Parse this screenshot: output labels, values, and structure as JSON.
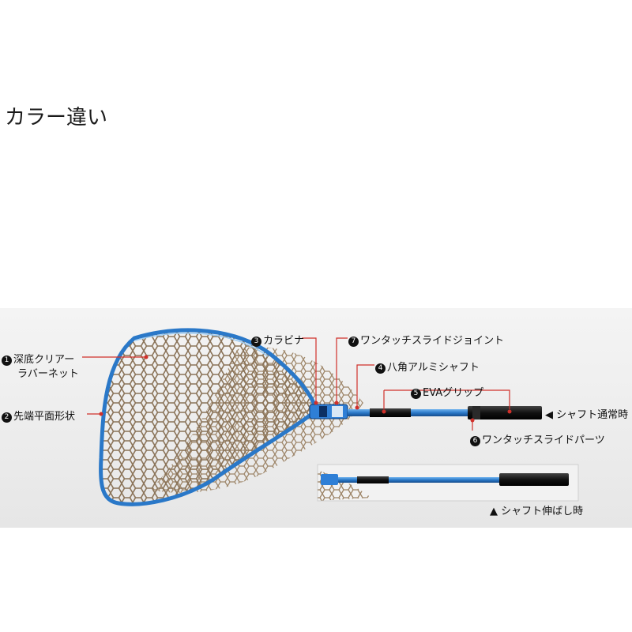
{
  "heading": "カラー違い",
  "labels": {
    "net": {
      "num": "1",
      "line1": "深底クリアー",
      "line2": "ラバーネット"
    },
    "frame": {
      "num": "2",
      "text": "先端平面形状"
    },
    "carabiner": {
      "num": "3",
      "text": "カラビナ"
    },
    "shaft": {
      "num": "4",
      "text": "八角アルミシャフト"
    },
    "grip": {
      "num": "5",
      "text": "EVAグリップ"
    },
    "slide_parts": {
      "num": "6",
      "text": "ワンタッチスライドパーツ"
    },
    "slide_joint": {
      "num": "7",
      "text": "ワンタッチスライドジョイント"
    },
    "normal_caption": "◀ シャフト通常時",
    "extended_caption": "▲ シャフト伸ばし時"
  },
  "colors": {
    "frame": "#2a78c8",
    "shaft": "#2f7fd6",
    "net": "#8a7358",
    "grip": "#1a1a1a",
    "leader": "#d0302a"
  }
}
